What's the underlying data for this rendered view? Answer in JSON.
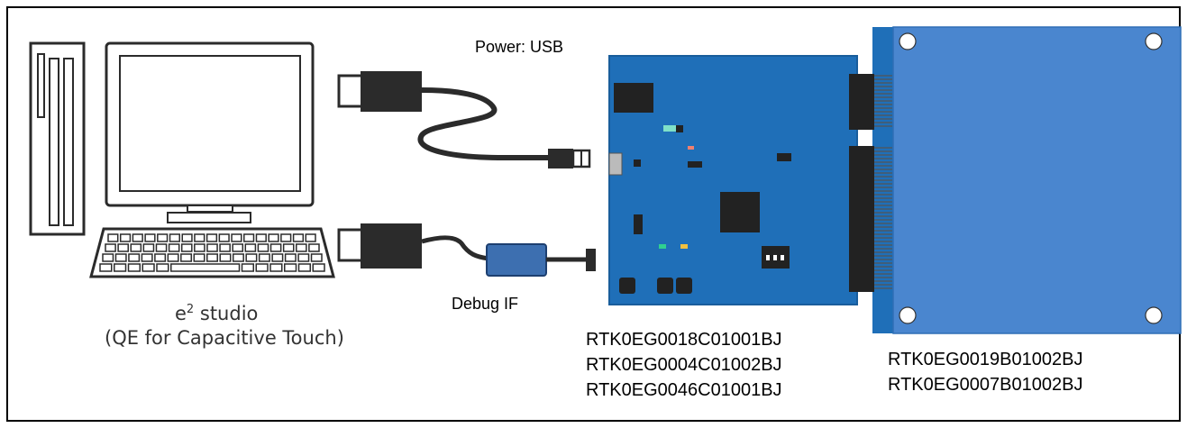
{
  "labels": {
    "power": "Power: USB",
    "debug_if": "Debug IF",
    "pc_line1_base": "e",
    "pc_line1_sup": "2",
    "pc_line1_rest": " studio",
    "pc_line2": "(QE for Capacitive Touch)"
  },
  "target_boards": [
    "RTK0EG0018C01001BJ",
    "RTK0EG0004C01002BJ",
    "RTK0EG0046C01001BJ"
  ],
  "touch_boards": [
    "RTK0EG0019B01002BJ",
    "RTK0EG0007B01002BJ"
  ],
  "colors": {
    "board_blue": "#1f6fb8",
    "touch_board_blue": "#4a86cf",
    "emulator_blue": "#3d6fb0",
    "cable_dark": "#2b2b2b"
  }
}
